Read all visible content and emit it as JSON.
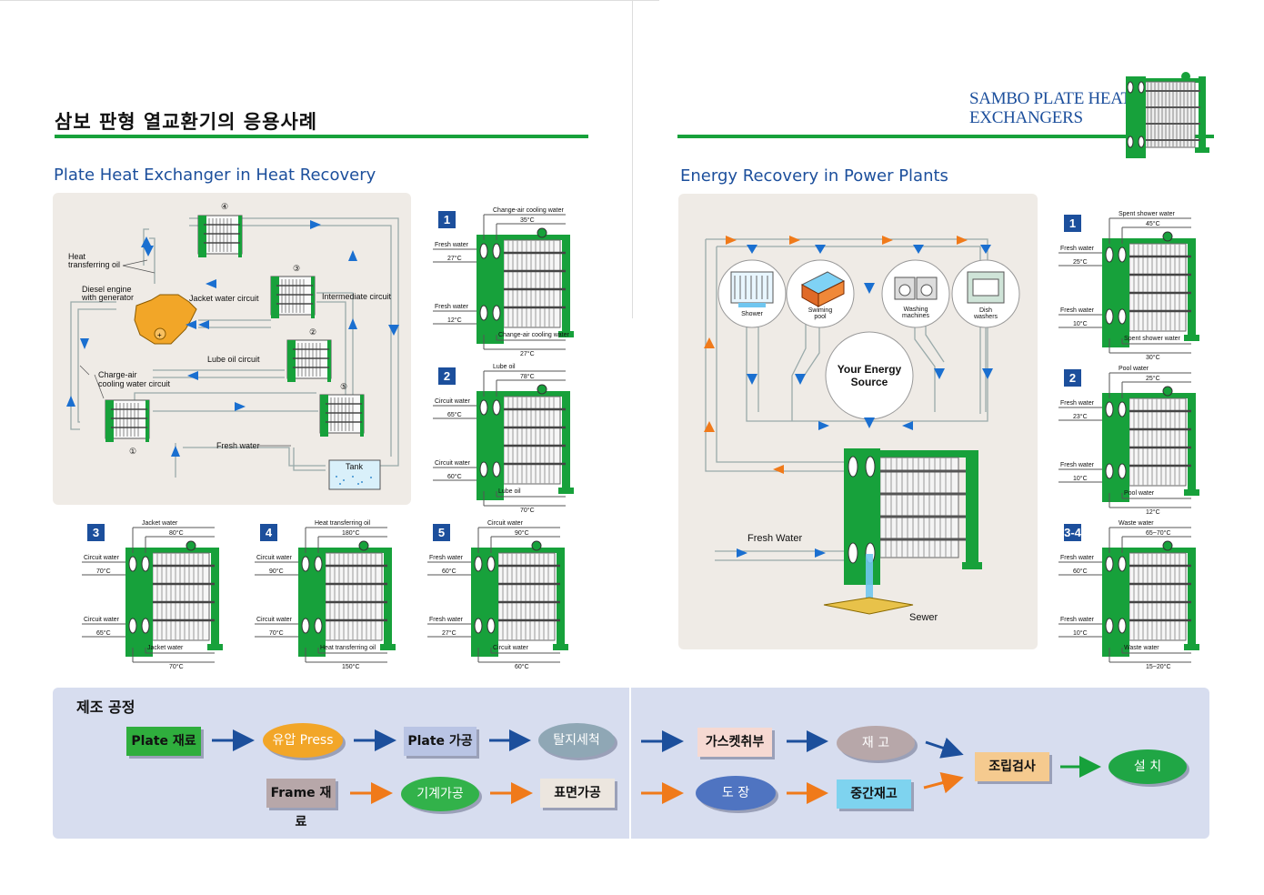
{
  "page": {
    "korean_title": "삼보 판형 열교환기의 응용사례",
    "brand_line1": "SAMBO PLATE HEAT",
    "brand_line2": "EXCHANGERS"
  },
  "heat_recovery": {
    "title": "Plate Heat Exchanger in Heat Recovery",
    "labels": {
      "heat_oil_1": "Heat",
      "heat_oil_2": "transferring oil",
      "diesel_1": "Diesel engine",
      "diesel_2": "with generator",
      "jacket_circuit": "Jacket water circuit",
      "intermediate": "Intermediate circuit",
      "lube_circuit": "Lube oil circuit",
      "charge_1": "Charge-air",
      "charge_2": "cooling water circuit",
      "fresh_water": "Fresh water",
      "tank": "Tank",
      "n1": "①",
      "n2": "②",
      "n3": "③",
      "n4": "④",
      "n5": "⑤"
    },
    "units": [
      {
        "num": "1",
        "top_label": "Change-air cooling water",
        "top_temp": "35°C",
        "l1": "Fresh water",
        "t1": "27°C",
        "l2": "Fresh water",
        "t2": "12°C",
        "bot_label": "Change-air cooling water",
        "bot_temp": "27°C"
      },
      {
        "num": "2",
        "top_label": "Lube oil",
        "top_temp": "78°C",
        "l1": "Circuit water",
        "t1": "65°C",
        "l2": "Circuit water",
        "t2": "60°C",
        "bot_label": "Lube oil",
        "bot_temp": "70°C"
      },
      {
        "num": "3",
        "top_label": "Jacket water",
        "top_temp": "80°C",
        "l1": "Circuit water",
        "t1": "70°C",
        "l2": "Circuit water",
        "t2": "65°C",
        "bot_label": "Jacket water",
        "bot_temp": "70°C"
      },
      {
        "num": "4",
        "top_label": "Heat transferring oil",
        "top_temp": "180°C",
        "l1": "Circuit water",
        "t1": "90°C",
        "l2": "Circuit water",
        "t2": "70°C",
        "bot_label": "Heat transferring oil",
        "bot_temp": "150°C"
      },
      {
        "num": "5",
        "top_label": "Circuit water",
        "top_temp": "90°C",
        "l1": "Fresh water",
        "t1": "60°C",
        "l2": "Fresh water",
        "t2": "27°C",
        "bot_label": "Circuit water",
        "bot_temp": "60°C"
      }
    ]
  },
  "power_plants": {
    "title": "Energy Recovery in Power Plants",
    "labels": {
      "shower": "Shower",
      "swim_1": "Swiming",
      "swim_2": "pool",
      "wash_1": "Washing",
      "wash_2": "machines",
      "dish_1": "Dish",
      "dish_2": "washers",
      "source_1": "Your Energy",
      "source_2": "Source",
      "fresh": "Fresh Water",
      "sewer": "Sewer"
    },
    "units": [
      {
        "num": "1",
        "top_label": "Spent shower water",
        "top_temp": "45°C",
        "l1": "Fresh water",
        "t1": "25°C",
        "l2": "Fresh water",
        "t2": "10°C",
        "bot_label": "Spent shower water",
        "bot_temp": "30°C"
      },
      {
        "num": "2",
        "top_label": "Pool water",
        "top_temp": "25°C",
        "l1": "Fresh water",
        "t1": "23°C",
        "l2": "Fresh water",
        "t2": "10°C",
        "bot_label": "Pool water",
        "bot_temp": "12°C"
      },
      {
        "num": "3-4",
        "top_label": "Waste water",
        "top_temp": "65~70°C",
        "l1": "Fresh water",
        "t1": "60°C",
        "l2": "Fresh water",
        "t2": "10°C",
        "bot_label": "Waste water",
        "bot_temp": "15~20°C"
      }
    ]
  },
  "process": {
    "title": "제조 공정",
    "plate_material": "Plate 재료",
    "hydraulic_press": "유압 Press",
    "plate_processing": "Plate 가공",
    "degreasing": "탈지세척",
    "gasket": "가스켓취부",
    "stock": "재  고",
    "assembly": "조립검사",
    "install": "설  치",
    "frame_material": "Frame 재료",
    "machining": "기계가공",
    "surface": "표면가공",
    "painting": "도  장",
    "mid_stock": "중간재고"
  },
  "colors": {
    "green": "#17a13b",
    "blue": "#1c4f9c",
    "orange": "#f07a1a",
    "arrow_blue": "#1a6fd0"
  }
}
